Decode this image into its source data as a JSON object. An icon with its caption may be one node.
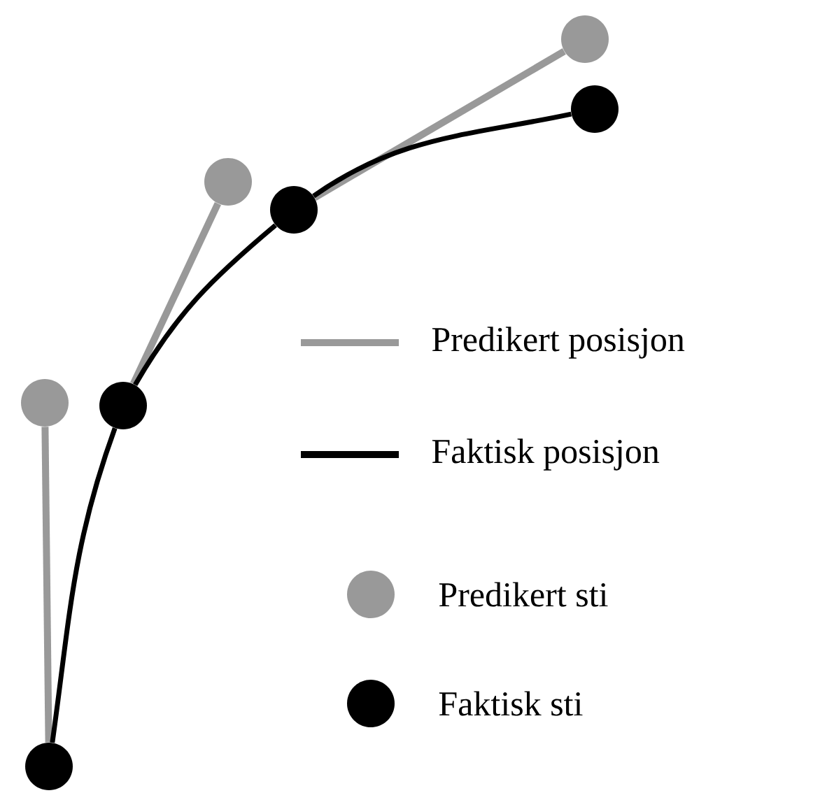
{
  "diagram": {
    "nodes": [
      {
        "text": [],
        "shape": "circle"
      },
      {
        "text": [],
        "shape": "circle"
      },
      {
        "text": [],
        "shape": "circle"
      },
      {
        "text": [],
        "shape": "circle"
      },
      {
        "text": [],
        "shape": "circle"
      },
      {
        "text": [],
        "shape": "circle"
      },
      {
        "text": [],
        "shape": "circle"
      }
    ],
    "edges": [
      {
        "from": 3,
        "to": 0,
        "arrow": "none",
        "color": "#999999"
      },
      {
        "from": 4,
        "to": 1,
        "arrow": "none",
        "color": "#999999"
      },
      {
        "from": 5,
        "to": 2,
        "arrow": "none",
        "color": "#999999"
      },
      {
        "from": 3,
        "to": 4,
        "arrow": "none",
        "color": "#000000"
      },
      {
        "from": 4,
        "to": 5,
        "arrow": "none",
        "color": "#000000"
      },
      {
        "from": 5,
        "to": 6,
        "arrow": "none",
        "color": "#000000"
      }
    ],
    "legend": [
      {
        "text": "Predikert posisjon"
      },
      {
        "text": "Faktisk posisjon"
      },
      {
        "text": "Predikert sti"
      },
      {
        "text": "Faktisk sti"
      }
    ]
  }
}
